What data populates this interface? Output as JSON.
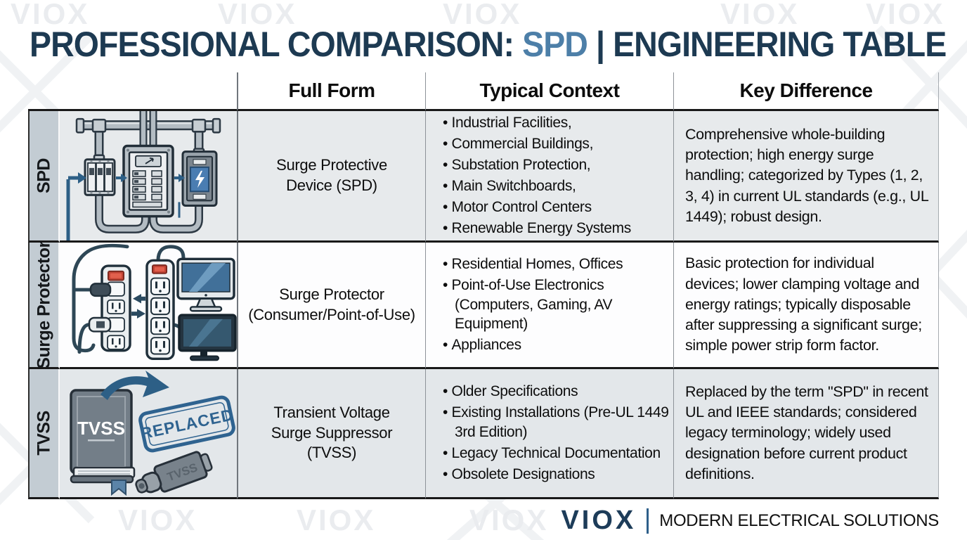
{
  "title": {
    "prefix": "PROFESSIONAL COMPARISON:",
    "highlight": "SPD",
    "suffix": "| ENGINEERING TABLE"
  },
  "watermark": "VIOX",
  "table": {
    "headers": [
      "Full Form",
      "Typical Context",
      "Key Difference"
    ],
    "rows": [
      {
        "label": "SPD",
        "full_form": "Surge Protective Device (SPD)",
        "context": [
          "Industrial Facilities,",
          "Commercial Buildings,",
          "Substation Protection,",
          "Main Switchboards,",
          "Motor Control Centers",
          "Renewable Energy Systems"
        ],
        "key_difference": "Comprehensive whole-building protection; high energy surge handling; categorized by Types (1, 2, 3, 4) in current UL standards (e.g., UL 1449); robust design."
      },
      {
        "label": "Surge Protector",
        "full_form": "Surge Protector (Consumer/Point-of-Use)",
        "context": [
          "Residential Homes, Offices",
          "Point-of-Use Electronics (Computers, Gaming, AV Equipment)",
          "Appliances"
        ],
        "key_difference": "Basic protection for individual devices; lower clamping voltage and energy ratings; typically disposable after suppressing a significant surge; simple power strip form factor."
      },
      {
        "label": "TVSS",
        "full_form": "Transient Voltage Surge Suppressor (TVSS)",
        "context": [
          "Older Specifications",
          "Existing Installations (Pre-UL 1449 3rd Edition)",
          "Legacy Technical Documentation",
          "Obsolete Designations"
        ],
        "key_difference": "Replaced by the term \"SPD\" in recent UL and IEEE standards; considered legacy terminology; widely used designation before current product definitions."
      }
    ]
  },
  "illustrations": {
    "spd": {
      "icon": "electrical-panel-installation-diagram-icon"
    },
    "surge_protector": {
      "icon": "power-strips-with-monitors-icon"
    },
    "tvss": {
      "icon": "legacy-book-replaced-stamp-icon",
      "book_label": "TVSS",
      "stamp_text": "REPLACED",
      "device_label": "TVSS"
    }
  },
  "footer": {
    "logo": "VIOX",
    "tagline": "MODERN ELECTRICAL SOLUTIONS"
  },
  "colors": {
    "title_navy": "#1d3a52",
    "title_highlight": "#4d7fa8",
    "accent_blue": "#2d5f86",
    "label_column_bg": "#c3ccd3",
    "row_gray": "#e7eaec",
    "border_dark": "#191919"
  }
}
